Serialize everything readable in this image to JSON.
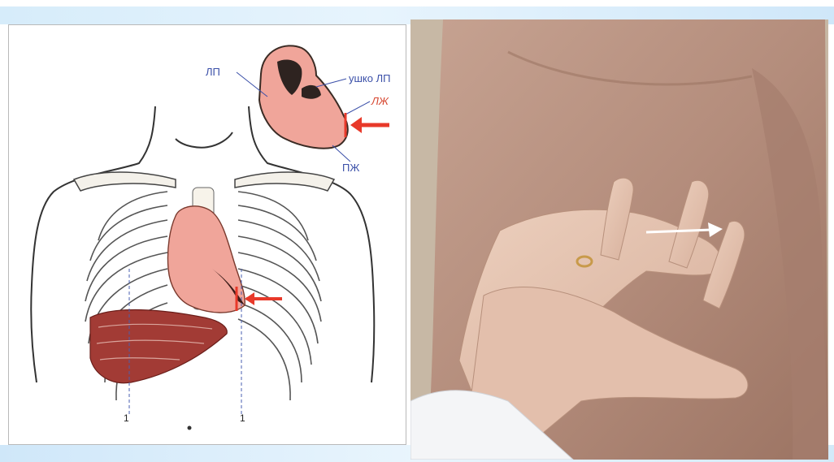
{
  "diagram": {
    "labels": {
      "left_atrium": "ЛП",
      "left_atrial_appendage": "ушко ЛП",
      "left_ventricle": "ЛЖ",
      "right_ventricle": "ПЖ"
    },
    "line_numbers": {
      "right": "1",
      "left": "1"
    }
  },
  "colors": {
    "frame_band": "#d6ecfa",
    "arrow_red": "#e8392a",
    "heart_pink": "#f0a59a",
    "liver_red": "#a23b35",
    "label_blue": "#3a4fa8",
    "arrow_white": "#ffffff"
  }
}
